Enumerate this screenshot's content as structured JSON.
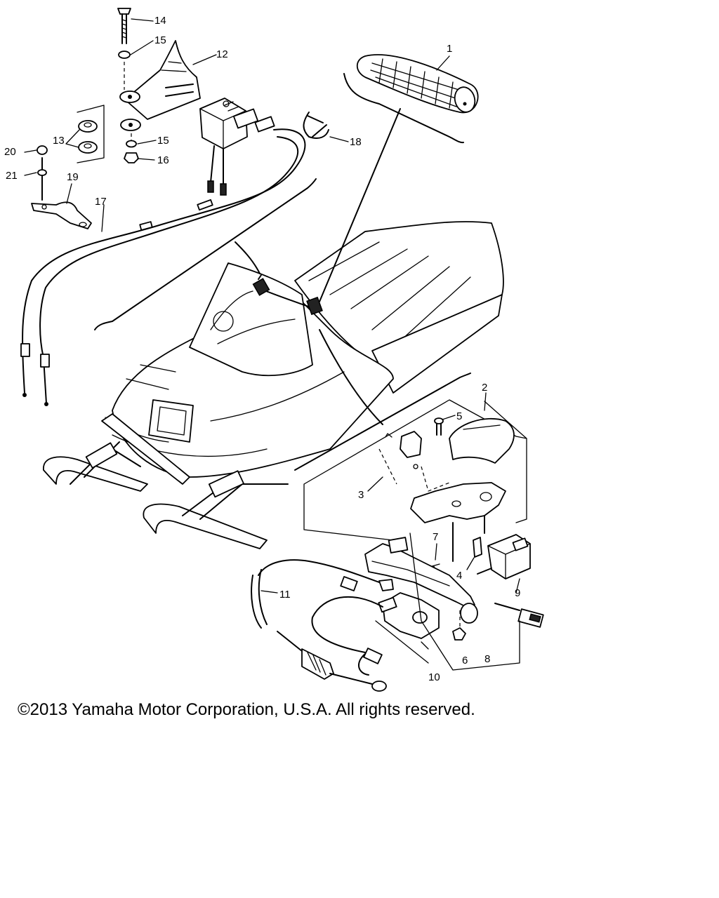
{
  "diagram": {
    "callouts": [
      "1",
      "2",
      "3",
      "4",
      "5",
      "6",
      "7",
      "8",
      "9",
      "10",
      "11",
      "12",
      "13",
      "14",
      "15",
      "15",
      "16",
      "17",
      "18",
      "19",
      "20",
      "21"
    ],
    "colors": {
      "ink": "#000000",
      "paper": "#ffffff"
    }
  },
  "footer": {
    "copyright": "©2013 Yamaha Motor Corporation, U.S.A. All rights reserved."
  }
}
